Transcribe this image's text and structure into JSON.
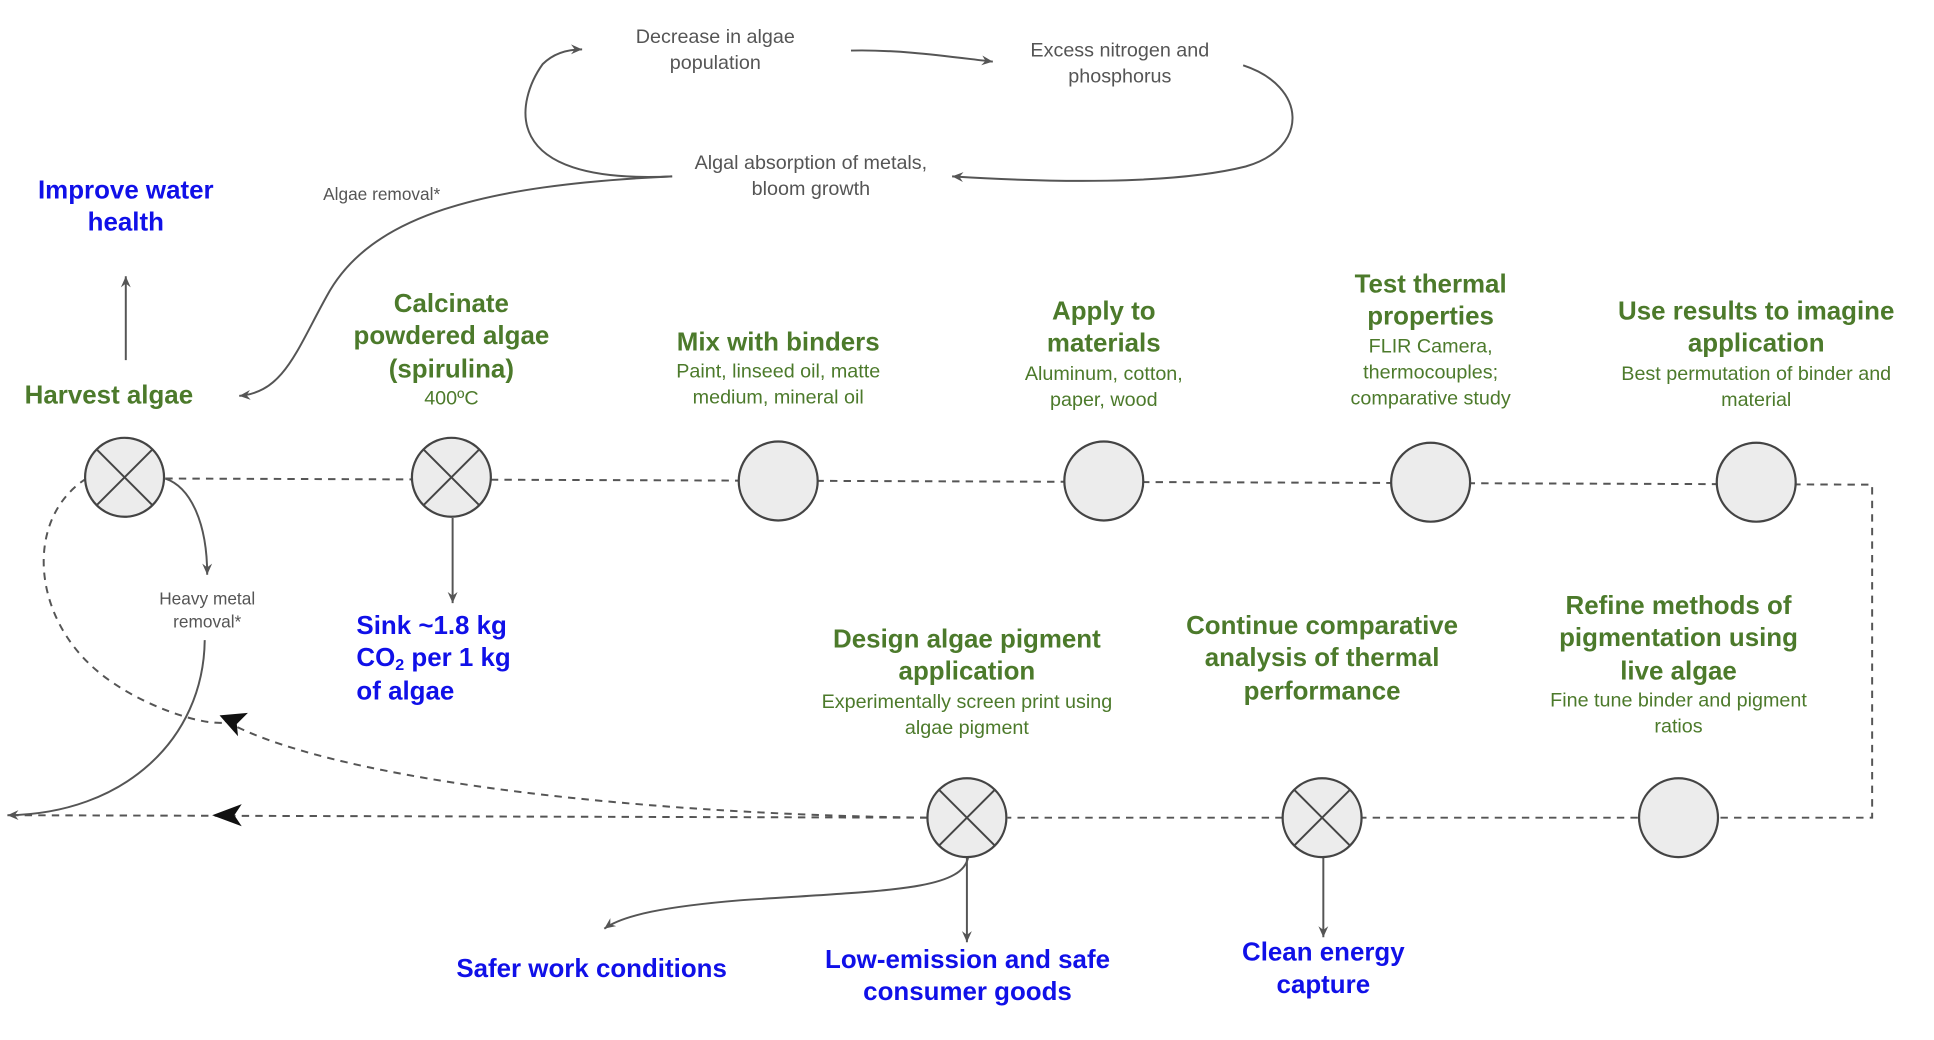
{
  "loop": {
    "decrease": "Decrease in algae population",
    "excess": "Excess nitrogen and phosphorus",
    "absorption": "Algal absorption of metals, bloom growth",
    "algae_removal_note": "Algae removal*"
  },
  "harvest": {
    "title": "Harvest algae",
    "heavy_metal_note": "Heavy metal removal*"
  },
  "top_steps": [
    {
      "title": "Calcinate powdered algae (spirulina)",
      "detail": "400ºC"
    },
    {
      "title": "Mix with binders",
      "detail": "Paint, linseed oil, matte medium, mineral oil"
    },
    {
      "title": "Apply to materials",
      "detail": "Aluminum, cotton, paper, wood"
    },
    {
      "title": "Test thermal properties",
      "detail": "FLIR Camera, thermocouples; comparative study"
    },
    {
      "title": "Use results to imagine application",
      "detail": "Best permutation of binder and material"
    }
  ],
  "bottom_steps": [
    {
      "title": "Design algae pigment application",
      "detail": "Experimentally screen print using algae pigment"
    },
    {
      "title": "Continue comparative analysis of thermal performance",
      "detail": ""
    },
    {
      "title": "Refine methods of pigmentation using live algae",
      "detail": "Fine tune binder and pigment ratios"
    }
  ],
  "impacts": {
    "water": "Improve water health",
    "sink_pre": "Sink ~1.8 kg",
    "sink_co": "CO",
    "sink_sub": "2",
    "sink_mid": " per 1 kg",
    "sink_post": "of algae",
    "safer": "Safer work conditions",
    "goods": "Low-emission and safe consumer goods",
    "energy": "Clean energy capture"
  }
}
